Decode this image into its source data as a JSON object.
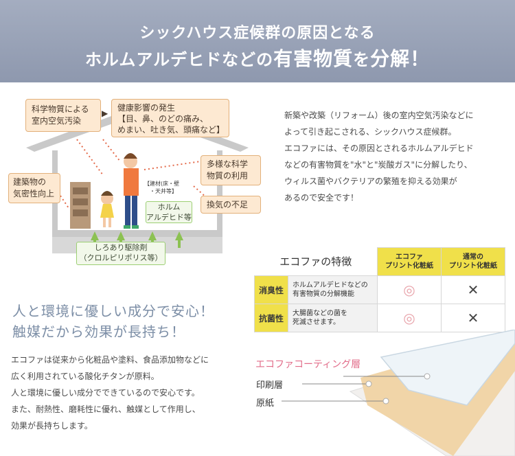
{
  "banner": {
    "line1": "シックハウス症候群の原因となる",
    "line2_pre": "ホルムアルデヒドなどの",
    "line2_big1": "有害物質",
    "line2_mid": "を",
    "line2_big2": "分解！"
  },
  "diagram": {
    "box_chem": [
      "科学物質による",
      "室内空気汚染"
    ],
    "arrow": "▶",
    "box_health": [
      "健康影響の発生",
      "【目、鼻、のどの痛み、",
      "めまい、吐き気、頭痛など】"
    ],
    "box_airtight": [
      "建築物の",
      "気密性向上"
    ],
    "box_various": [
      "多様な科学",
      "物質の利用"
    ],
    "box_vent": "換気の不足",
    "material_note": [
      "【建材(床・壁",
      "・天井等】"
    ],
    "formaldehyde": [
      "ホルム",
      "アルデヒド等"
    ],
    "termite": [
      "しろあり駆除剤",
      "（クロルピリポリス等）"
    ]
  },
  "intro_text": [
    "新築や改築（リフォーム）後の室内空気汚染などに",
    "よって引き起こされる、シックハウス症候群。",
    "エコファには、その原因とされるホルムアルデヒド",
    "などの有害物質を\"水\"と\"炭酸ガス\"に分解したり、",
    "ウィルス菌やバクテリアの繁殖を抑える効果が",
    "あるので安全です！"
  ],
  "table": {
    "title": "エコファの特徴",
    "col1": [
      "エコファ",
      "プリント化粧紙"
    ],
    "col2": [
      "通常の",
      "プリント化粧紙"
    ],
    "rows": [
      {
        "label": "消臭性",
        "desc": [
          "ホルムアルデヒドなどの",
          "有害物質の分解機能"
        ],
        "ecofa": "◎",
        "normal": "✕"
      },
      {
        "label": "抗菌性",
        "desc": [
          "大腸菌などの菌を",
          "死滅させます。"
        ],
        "ecofa": "◎",
        "normal": "✕"
      }
    ]
  },
  "heading": [
    "人と環境に優しい成分で安心！",
    "触媒だから効果が長持ち！"
  ],
  "body_text": [
    "エコファは従来から化粧品や塗料、食品添加物などに",
    "広く利用されている酸化チタンが原料。",
    "人と環境に優しい成分でできているので安心です。",
    "また、耐熱性、磨耗性に優れ、触媒として作用し、",
    "効果が長持ちします。"
  ],
  "layers": {
    "coating": "エコファコーティング層",
    "print": "印刷層",
    "base": "原紙"
  },
  "colors": {
    "banner": "#9aa3b7",
    "accent_pink": "#e26d8a",
    "yellow": "#f0e04a"
  }
}
